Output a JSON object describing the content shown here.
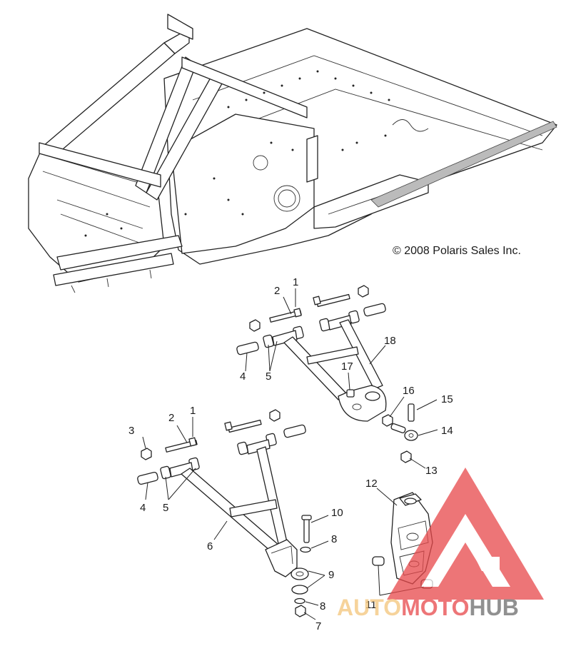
{
  "copyright": "© 2008 Polaris Sales Inc.",
  "callouts": [
    {
      "id": "c-upper-1",
      "text": "1"
    },
    {
      "id": "c-upper-2",
      "text": "2"
    },
    {
      "id": "c-upper-4",
      "text": "4"
    },
    {
      "id": "c-upper-5",
      "text": "5"
    },
    {
      "id": "c-upper-18",
      "text": "18"
    },
    {
      "id": "c-upper-17",
      "text": "17"
    },
    {
      "id": "c-upper-16",
      "text": "16"
    },
    {
      "id": "c-upper-15",
      "text": "15"
    },
    {
      "id": "c-upper-14",
      "text": "14"
    },
    {
      "id": "c-upper-13",
      "text": "13"
    },
    {
      "id": "c-lower-3",
      "text": "3"
    },
    {
      "id": "c-lower-2",
      "text": "2"
    },
    {
      "id": "c-lower-1",
      "text": "1"
    },
    {
      "id": "c-lower-4",
      "text": "4"
    },
    {
      "id": "c-lower-5",
      "text": "5"
    },
    {
      "id": "c-lower-6",
      "text": "6"
    },
    {
      "id": "c-lower-10",
      "text": "10"
    },
    {
      "id": "c-lower-8a",
      "text": "8"
    },
    {
      "id": "c-lower-9",
      "text": "9"
    },
    {
      "id": "c-lower-8b",
      "text": "8"
    },
    {
      "id": "c-lower-7",
      "text": "7"
    },
    {
      "id": "c-spindle-12",
      "text": "12"
    },
    {
      "id": "c-spindle-11",
      "text": "11"
    }
  ],
  "watermark": {
    "part1": "AUTO",
    "part2": "MOTO",
    "part3": "HUB",
    "color_light": "#f4c57a",
    "color_red": "#e8484a",
    "color_gray": "#6b6b6b"
  }
}
